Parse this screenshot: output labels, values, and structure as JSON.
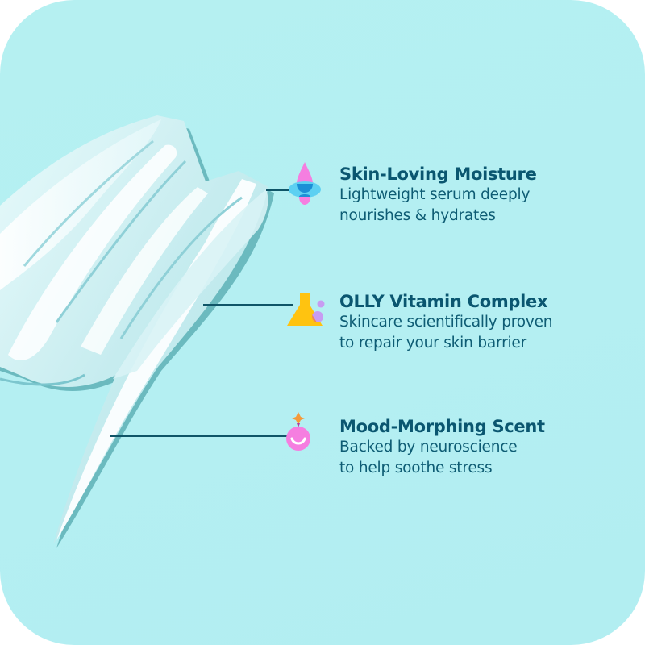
{
  "colors": {
    "background": "#b4eff2",
    "text": "#0a5670",
    "connector": "#0f5568",
    "cream": "#dff6f8",
    "pink": "#f57ee0",
    "blue": "#1b8fd6",
    "light_blue": "#5dd0f2",
    "yellow": "#ffc310",
    "lavender": "#c79cf2",
    "orange": "#f59a3a"
  },
  "features": [
    {
      "icon": "droplet-icon",
      "title": "Skin-Loving Moisture",
      "desc_line1": "Lightweight serum deeply",
      "desc_line2": "nourishes & hydrates"
    },
    {
      "icon": "flask-icon",
      "title": "OLLY Vitamin Complex",
      "desc_line1": "Skincare scientifically proven",
      "desc_line2": "to repair your skin barrier"
    },
    {
      "icon": "smiley-orb-icon",
      "title": "Mood-Morphing Scent",
      "desc_line1": "Backed by neuroscience",
      "desc_line2": "to help soothe stress"
    }
  ]
}
